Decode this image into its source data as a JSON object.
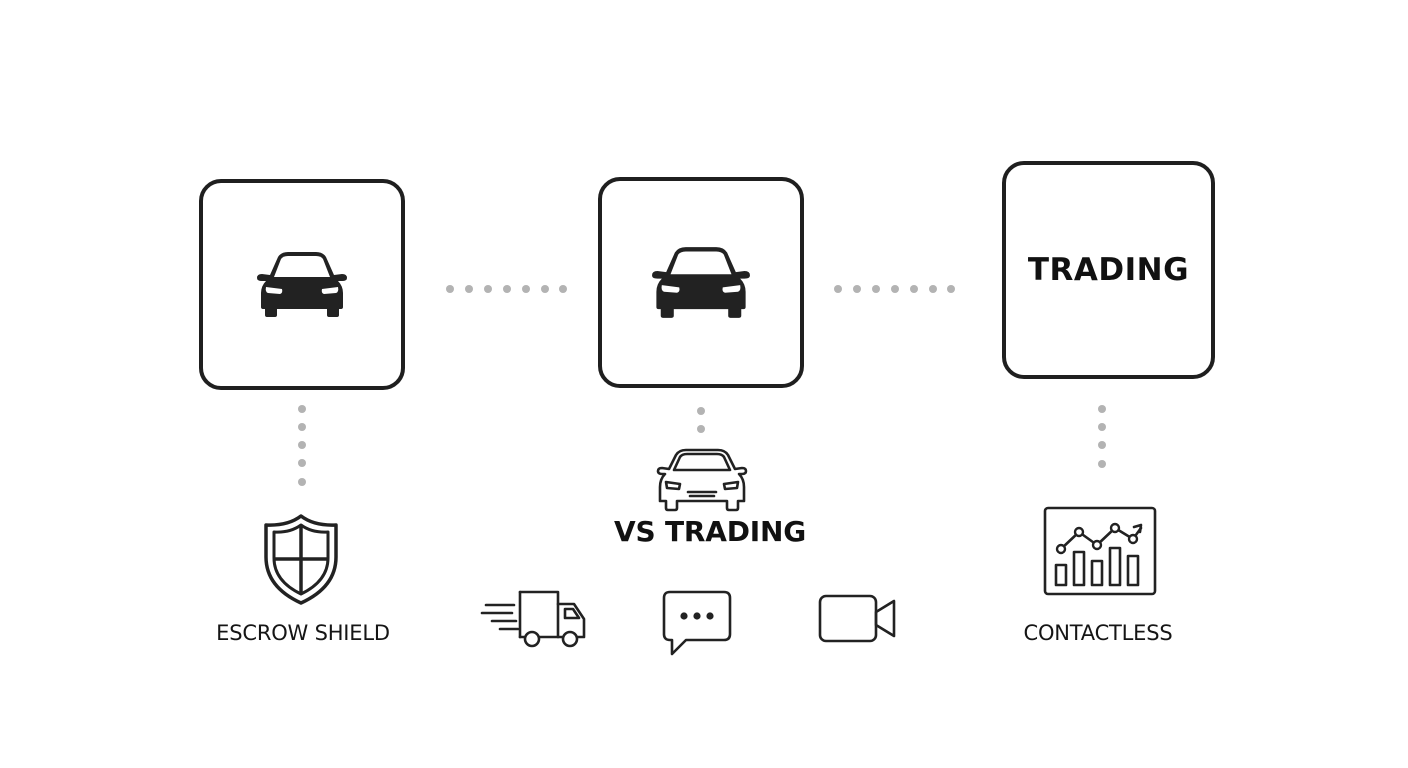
{
  "diagram": {
    "boxes": [
      {
        "id": "box1",
        "icon": "car-icon",
        "text": ""
      },
      {
        "id": "box2",
        "icon": "car-icon",
        "text": ""
      },
      {
        "id": "box3",
        "icon": "",
        "text": "TRADING"
      }
    ],
    "connectors": [
      "dotted-horizontal",
      "dotted-horizontal",
      "dotted-vertical",
      "dotted-vertical",
      "dotted-vertical"
    ],
    "features": [
      {
        "icon": "shield-icon",
        "label": "ESCROW SHIELD"
      },
      {
        "icon": "car-outline-icon",
        "label": "VS TRADING",
        "sub_icons": [
          "delivery-truck-icon",
          "chat-bubble-icon",
          "video-camera-icon"
        ]
      },
      {
        "icon": "chart-icon",
        "label": "CONTACTLESS"
      }
    ]
  },
  "colors": {
    "stroke": "#1f1f1f",
    "dots": "#b5b5b5",
    "background": "#ffffff"
  }
}
